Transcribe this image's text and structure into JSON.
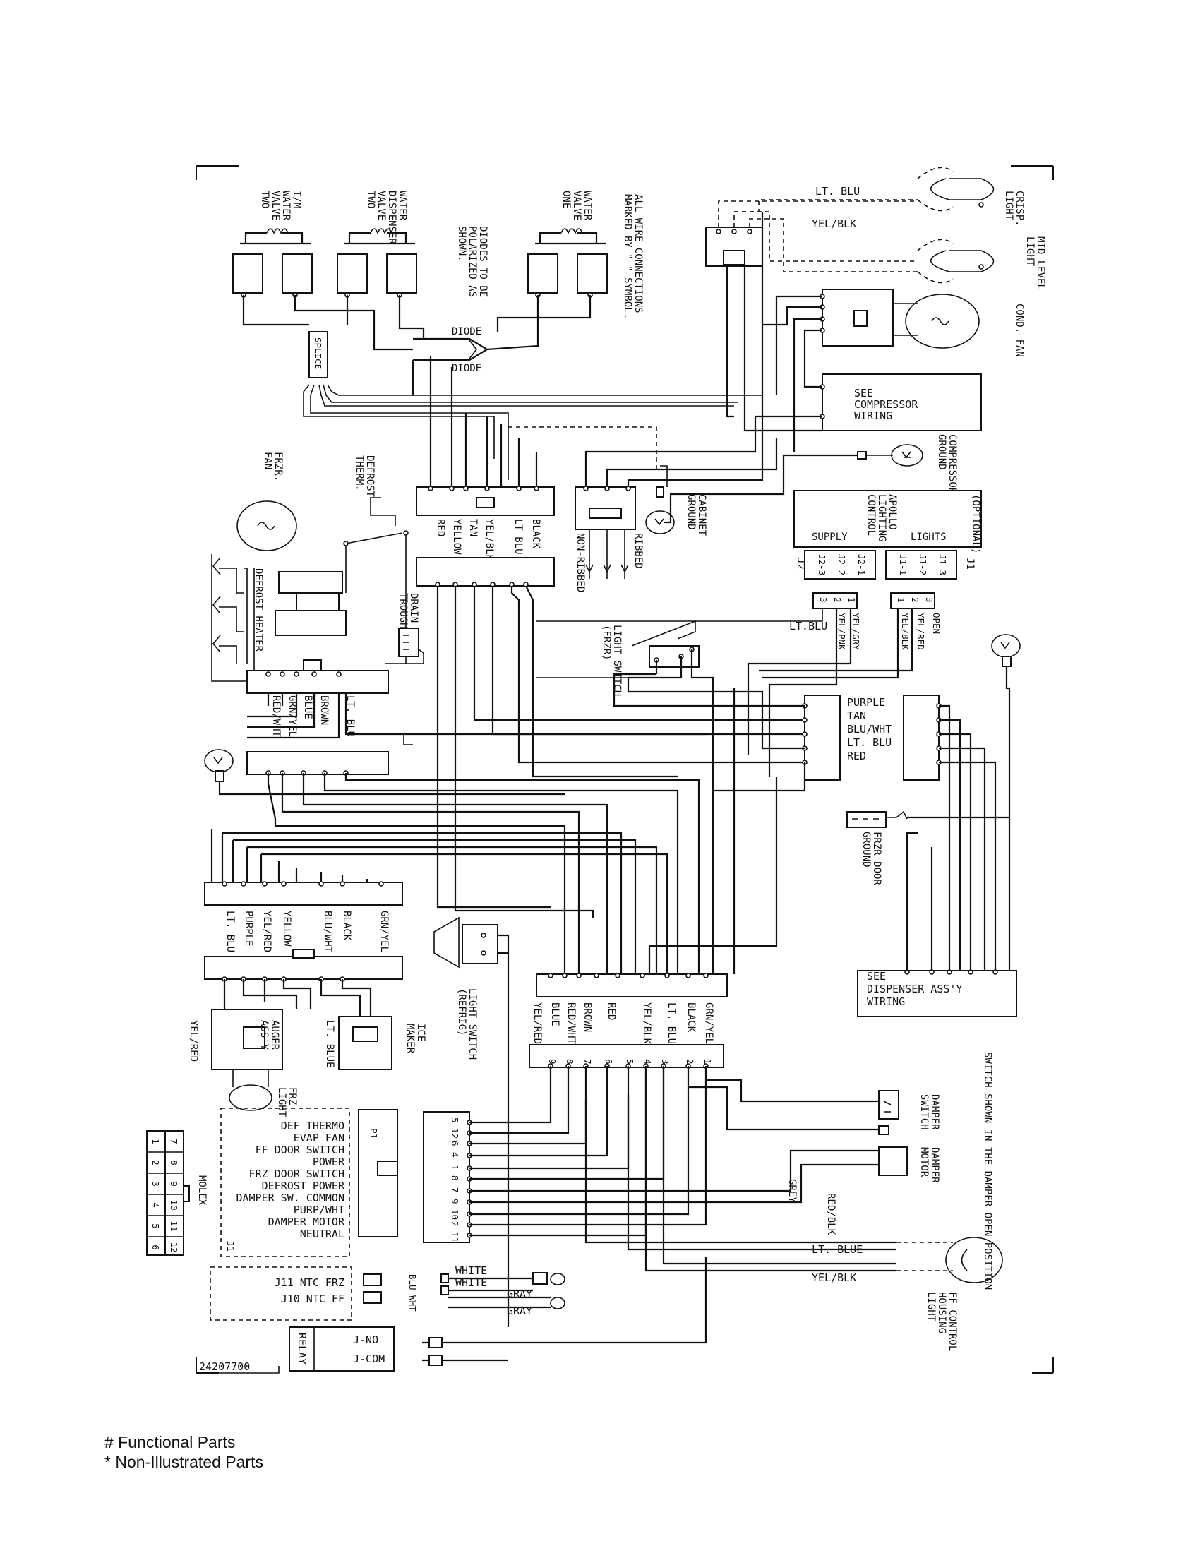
{
  "legend": {
    "functional": "# Functional Parts",
    "non_illustrated": "* Non-Illustrated Parts"
  },
  "drawing_number": "24207700",
  "top_components": {
    "im_water_valve": [
      "I/M",
      "WATER",
      "VALVE",
      "TWO"
    ],
    "water_dispenser_valve": [
      "WATER",
      "DISPENSER",
      "VALVE",
      "TWO"
    ],
    "water_valve_one": [
      "WATER",
      "VALVE",
      "ONE"
    ],
    "diode_note": [
      "DIODES TO BE",
      "POLARIZED AS",
      "SHOWN."
    ],
    "wire_note": [
      "ALL WIRE CONNECTIONS",
      "MARKED BY \" \" SYMBOL."
    ],
    "crisp_light": [
      "CRISP.",
      "LIGHT"
    ],
    "mid_level_light": [
      "MID LEVEL",
      "LIGHT"
    ],
    "cond_fan": [
      "COND. FAN"
    ],
    "comp_ground": [
      "COMPRESSOR",
      "GROUND"
    ],
    "cabinet_ground": [
      "CABINET",
      "GROUND"
    ],
    "frz_fan": [
      "FRZR.",
      "FAN"
    ],
    "defrost_therm": [
      "DEFROST",
      "THERM."
    ],
    "defrost_heater": "DEFROST HEATER",
    "drain_trough": [
      "DRAIN",
      "TROUGH"
    ],
    "ribbed": "RIBBED",
    "non_ribbed": "NON-RIBBED",
    "splice": "SPLICE",
    "light_switch_frzr": [
      "LIGHT SWITCH",
      "(FRZR)"
    ],
    "light_switch_refrig": [
      "LIGHT SWITCH",
      "(REFRIG)"
    ],
    "frz_door_ground": [
      "FRZR DOOR",
      "GROUND"
    ],
    "apollo": {
      "title": [
        "APOLLO",
        "LIGHTING",
        "CONTROL"
      ],
      "optional": "(OPTIONAL)",
      "supply": "SUPPLY",
      "lights": "LIGHTS",
      "j2_label": "J2",
      "j1_label": "J1",
      "j2_pins": [
        "J2-3",
        "J2-2",
        "J2-1"
      ],
      "j1_pins": [
        "J1-1",
        "J1-2",
        "J1-3"
      ],
      "plug_left_nums": [
        "3",
        "2",
        "1"
      ],
      "plug_right_nums": [
        "1",
        "2",
        "3"
      ],
      "plug_left_wires": [
        "LT.BLU",
        "YEL/PNK",
        "YEL/GRY"
      ],
      "plug_right_wires": [
        "YEL/BLK",
        "YEL/RED",
        "OPEN"
      ]
    },
    "compressor_wiring": [
      "SEE",
      "COMPRESSOR",
      "WIRING"
    ],
    "diode_top": "DIODE",
    "diode_bottom": "DIODE"
  },
  "wire_colors": {
    "top_lt_blu": "LT. BLU",
    "top_yel_blk": "YEL/BLK",
    "upper_harness": [
      "RED",
      "YELLOW",
      "TAN",
      "YEL/BLK",
      "LT BLU",
      "BLACK"
    ],
    "left_harness": [
      "RED/WHT",
      "GRN/YEL",
      "BLUE",
      "BROWN",
      "LT. BLU"
    ],
    "mid_left_harness": [
      "LT. BLU",
      "PURPLE",
      "YEL/RED",
      "YELLOW",
      "BLU/WHT",
      "BLACK",
      "GRN/YEL"
    ],
    "bottom_harness": [
      "YEL/RED",
      "BLUE",
      "RED/WHT",
      "BROWN",
      "RED",
      "YEL/BLK",
      "LT. BLU",
      "BLACK",
      "GRN/YEL"
    ],
    "right_block": [
      "PURPLE",
      "TAN",
      "BLU/WHT",
      "LT. BLU",
      "RED"
    ],
    "grey": "GREY",
    "red_blk": "RED/BLK",
    "lt_blue": "LT. BLUE",
    "yel_blk": "YEL/BLK",
    "white_1": "WHITE",
    "white_2": "WHITE",
    "gray_1": "GRAY",
    "gray_2": "GRAY",
    "blu_wht": "BLU WHT"
  },
  "dispenser": [
    "SEE",
    "DISPENSER ASS'Y",
    "WIRING"
  ],
  "lower": {
    "auger": [
      "AUGER",
      "ASS'Y"
    ],
    "ice_maker": [
      "ICE",
      "MAKER"
    ],
    "frz_light": [
      "FRZ",
      "LIGHT"
    ],
    "auger_wires": [
      "YEL/RED",
      "LT. BLUE"
    ],
    "switch_note": "SWITCH SHOWN IN THE DAMPER OPEN POSITION",
    "damper_switch": [
      "DAMPER",
      "SWITCH"
    ],
    "damper_motor": [
      "DAMPER",
      "MOTOR"
    ],
    "ff_light": [
      "FF CONTROL",
      "HOUSING",
      "LIGHT"
    ],
    "connector_pins": [
      "9",
      "8",
      "7",
      "6",
      "5",
      "4",
      "3",
      "2",
      "1"
    ],
    "j1_pins": [
      "5",
      "12",
      "6",
      "4",
      "1",
      "8",
      "7",
      "9",
      "10",
      "2",
      "11"
    ]
  },
  "j1_panel": {
    "label": "J1",
    "p1": "P1",
    "functions": [
      "DEF THERMO",
      "EVAP FAN",
      "FF DOOR SWITCH",
      "POWER",
      "FRZ DOOR SWITCH",
      "DEFROST POWER",
      "DAMPER SW. COMMON",
      "PURP/WHT",
      "DAMPER MOTOR",
      "NEUTRAL"
    ],
    "ntc": [
      "J11 NTC FRZ",
      "J10 NTC FF"
    ],
    "relay": "RELAY",
    "relay_pins": [
      "J-NO",
      "J-COM"
    ]
  },
  "molex": {
    "label": "MOLEX",
    "rows": [
      [
        "7",
        "8",
        "9",
        "10",
        "11",
        "12"
      ],
      [
        "1",
        "2",
        "3",
        "4",
        "5",
        "6"
      ]
    ]
  }
}
